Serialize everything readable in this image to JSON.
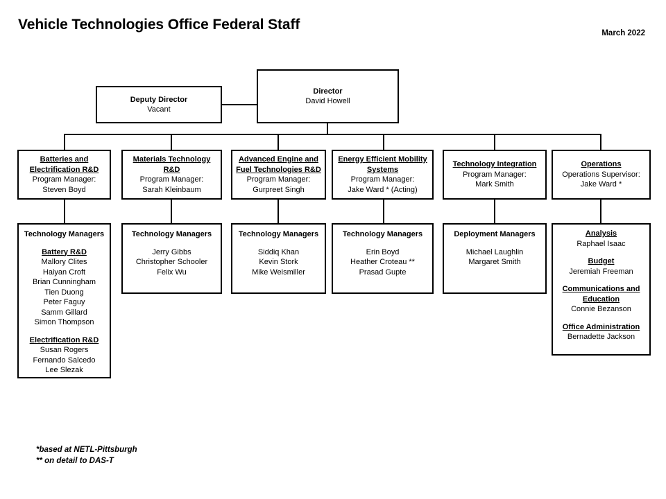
{
  "header": {
    "title": "Vehicle Technologies Office Federal Staff",
    "date": "March 2022"
  },
  "executive": {
    "director": {
      "role": "Director",
      "name": "David Howell"
    },
    "deputy_director": {
      "role": "Deputy Director",
      "name": "Vacant"
    }
  },
  "programs": [
    {
      "title_line1": "Batteries and",
      "title_line2": "Electrification R&D",
      "role": "Program Manager:",
      "name": "Steven Boyd"
    },
    {
      "title_line1": "Materials Technology",
      "title_line2": "R&D",
      "role": "Program Manager:",
      "name": "Sarah Kleinbaum"
    },
    {
      "title_line1": "Advanced Engine and",
      "title_line2": "Fuel Technologies R&D",
      "role": "Program Manager:",
      "name": "Gurpreet Singh"
    },
    {
      "title_line1": "Energy Efficient Mobility",
      "title_line2": "Systems",
      "role": "Program Manager:",
      "name": "Jake Ward * (Acting)"
    },
    {
      "title_line1": "Technology Integration",
      "title_line2": "",
      "role": "Program Manager:",
      "name": "Mark Smith"
    },
    {
      "title_line1": "Operations",
      "title_line2": "",
      "role": "Operations Supervisor:",
      "name": "Jake Ward *"
    }
  ],
  "teams": [
    {
      "heading": "Technology Managers",
      "sections": [
        {
          "name": "Battery R&D",
          "members": [
            "Mallory Clites",
            "Haiyan Croft",
            "Brian Cunningham",
            "Tien Duong",
            "Peter Faguy",
            "Samm Gillard",
            "Simon Thompson"
          ]
        },
        {
          "name": "Electrification R&D",
          "members": [
            "Susan Rogers",
            "Fernando Salcedo",
            "Lee Slezak"
          ]
        }
      ]
    },
    {
      "heading": "Technology Managers",
      "sections": [
        {
          "name": "",
          "members": [
            "Jerry Gibbs",
            "Christopher Schooler",
            "Felix Wu"
          ]
        }
      ]
    },
    {
      "heading": "Technology Managers",
      "sections": [
        {
          "name": "",
          "members": [
            "Siddiq Khan",
            "Kevin Stork",
            "Mike Weismiller"
          ]
        }
      ]
    },
    {
      "heading": "Technology Managers",
      "sections": [
        {
          "name": "",
          "members": [
            "Erin Boyd",
            "Heather Croteau **",
            "Prasad Gupte"
          ]
        }
      ]
    },
    {
      "heading": "Deployment Managers",
      "sections": [
        {
          "name": "",
          "members": [
            "Michael Laughlin",
            "Margaret Smith"
          ]
        }
      ]
    },
    {
      "heading": "",
      "sections": [
        {
          "name": "Analysis",
          "members": [
            "Raphael Isaac"
          ]
        },
        {
          "name": "Budget",
          "members": [
            "Jeremiah Freeman"
          ]
        },
        {
          "name": "Communications and Education",
          "members": [
            "Connie Bezanson"
          ]
        },
        {
          "name": "Office Administration",
          "members": [
            "Bernadette Jackson"
          ]
        }
      ]
    }
  ],
  "footnotes": [
    "*based at NETL-Pittsburgh",
    "** on detail to DAS-T"
  ]
}
